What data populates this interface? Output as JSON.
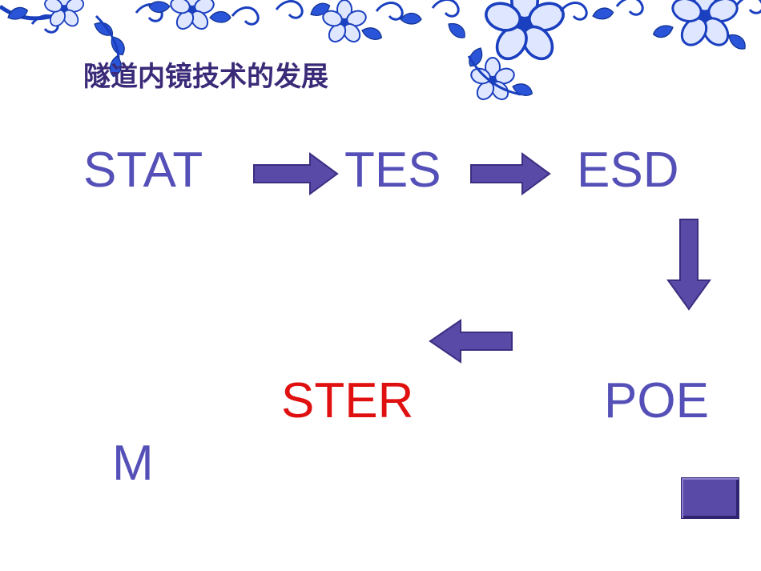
{
  "slide": {
    "title": "隧道内镜技术的发展",
    "terms": {
      "stat": "STAT",
      "tes": "TES",
      "esd": "ESD",
      "poe": "POE",
      "ster": "STER",
      "m": "M"
    }
  },
  "colors": {
    "title": "#3b2a78",
    "term": "#5550b8",
    "highlight": "#e01010",
    "arrow_fill": "#5a4aa8",
    "arrow_border": "#3a2e80",
    "decor_blue": "#1a3fbf"
  },
  "icons": {
    "decor": "blue-white-porcelain-floral-border",
    "arrows": [
      "right-arrow",
      "right-arrow",
      "down-arrow",
      "left-arrow"
    ],
    "nav": "square-button"
  }
}
